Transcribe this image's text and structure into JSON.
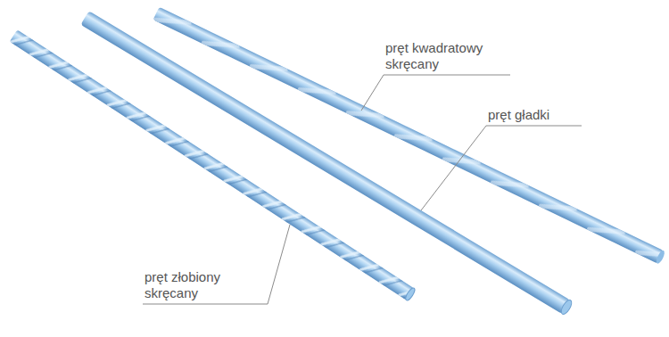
{
  "diagram": {
    "labels": [
      "pręt kwadratowy skręcany",
      "pręt gładki",
      "pręt złobiony skręcany"
    ]
  }
}
